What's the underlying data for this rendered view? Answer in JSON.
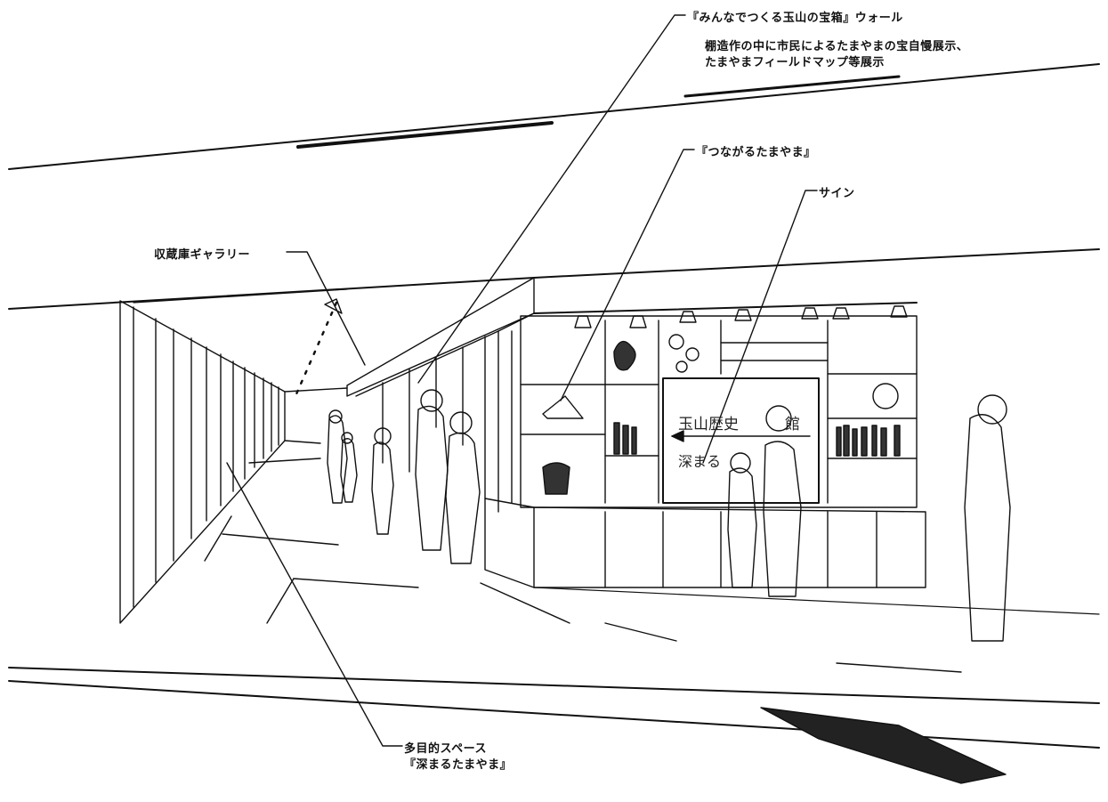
{
  "annotations": {
    "wall_title": "『みんなでつくる玉山の宝箱』ウォール",
    "wall_desc_1": "棚造作の中に市民によるたまやまの宝自慢展示、",
    "wall_desc_2": "たまやまフィールドマップ等展示",
    "tsunagaru": "『つながるたまやま』",
    "sign": "サイン",
    "gallery": "収蔵庫ギャラリー",
    "multipurpose_1": "多目的スペース",
    "multipurpose_2": "『深まるたまやま』"
  },
  "sign_board": {
    "line1": "玉山歴史",
    "line1_end": "館",
    "line2": "深まる"
  }
}
